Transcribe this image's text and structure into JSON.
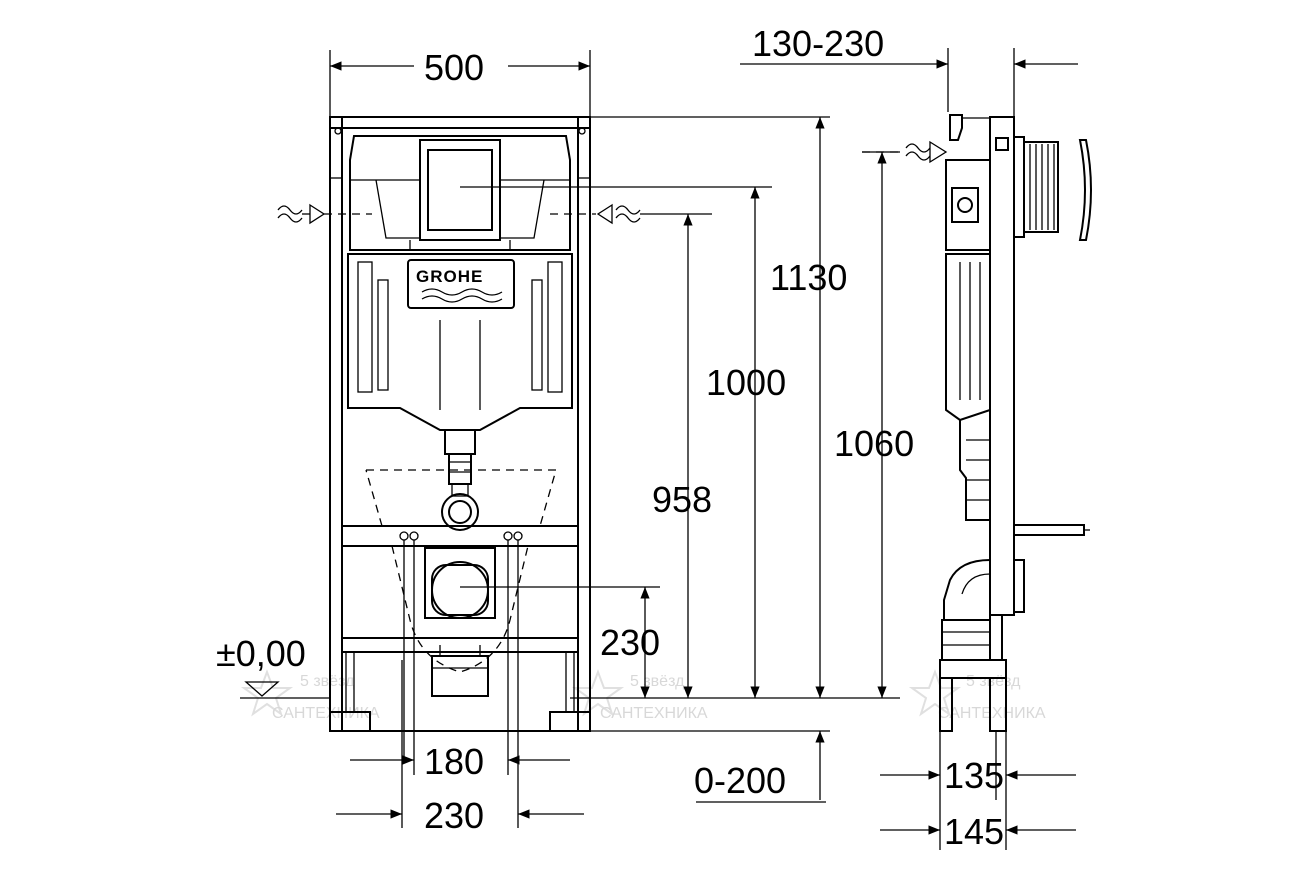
{
  "brand": {
    "logo_text": "GROHE"
  },
  "dimensions": {
    "frame_width": "500",
    "wall_offset": "130-230",
    "height_total": "1130",
    "height_flush": "1000",
    "height_side": "1060",
    "height_inlet": "958",
    "drain_height": "230",
    "floor_level": "±0,00",
    "bolt_spacing_inner": "180",
    "bolt_spacing_outer": "230",
    "floor_adjust": "0-200",
    "depth_inner": "135",
    "depth_outer": "145"
  },
  "watermark": {
    "line1": "5 звёзд",
    "line2": "САНТЕХНИКА"
  },
  "colors": {
    "line": "#000000",
    "background": "#ffffff",
    "watermark": "#d8d8d8"
  }
}
